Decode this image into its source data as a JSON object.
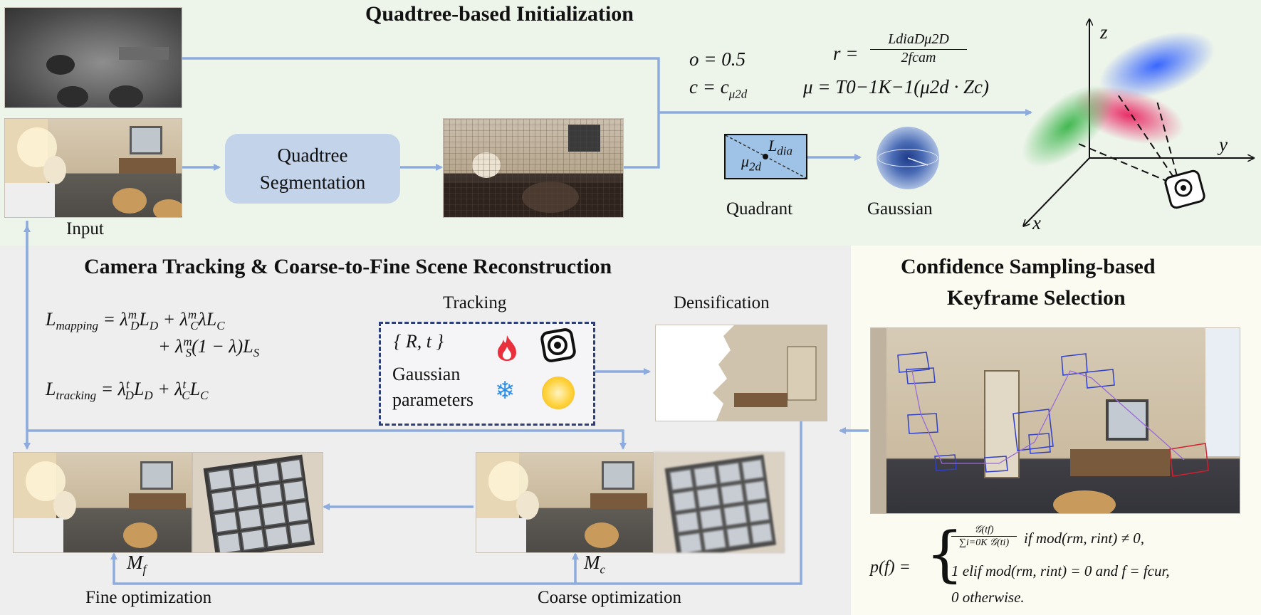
{
  "sections": {
    "init_title": "Quadtree-based Initialization",
    "tracking_title": "Camera Tracking & Coarse-to-Fine Scene Reconstruction",
    "keyframe_title_line1": "Confidence Sampling-based",
    "keyframe_title_line2": "Keyframe Selection"
  },
  "labels": {
    "input": "Input",
    "quadtree_line1": "Quadtree",
    "quadtree_line2": "Segmentation",
    "quadrant": "Quadrant",
    "gaussian": "Gaussian",
    "tracking": "Tracking",
    "densification": "Densification",
    "gaussian_params_line1": "Gaussian",
    "gaussian_params_line2": "parameters",
    "fine_opt": "Fine optimization",
    "coarse_opt": "Coarse optimization",
    "m_f": "M",
    "m_f_sub": "f",
    "m_c": "M",
    "m_c_sub": "c",
    "rt": "{ R, t }",
    "ldia": "L",
    "ldia_sub": "dia",
    "mu2d": "μ",
    "mu2d_sub": "2d"
  },
  "axes": {
    "x": "x",
    "y": "y",
    "z": "z"
  },
  "equations": {
    "o_val": "o = 0.5",
    "c_val": "c = c",
    "c_sub": "μ2d",
    "r_lhs": "r =",
    "r_num": "LdiaDμ2D",
    "r_den": "2fcam",
    "mu_eq": "μ = T0−1K−1(μ2d · Zc)",
    "l_mapping_1": "Lmapping = λDmLD + λCmλLC",
    "l_mapping_2": "+ λSm(1 − λ)LS",
    "l_tracking": "Ltracking = λDtLD + λCtLC",
    "p_lhs": "p(f) =",
    "p_case1": "if mod(rm, rint) ≠ 0,",
    "p_case1_num": "𝒢(tf)",
    "p_case1_den": "∑i=0K 𝒢(ti)",
    "p_case2": "1   elif mod(rm, rint) = 0 and f = fcur,",
    "p_case3": "0   otherwise."
  },
  "colors": {
    "arrow": "#8eabdd",
    "top_bg": "#edf4ea",
    "left_bg": "#eeeeef",
    "right_bg": "#fbfbf1",
    "quadtree_box": "#c2d3ea",
    "tracking_border": "#2d3f78"
  },
  "icons": [
    "fire-icon",
    "camera-icon",
    "snowflake-icon",
    "sun-icon"
  ]
}
